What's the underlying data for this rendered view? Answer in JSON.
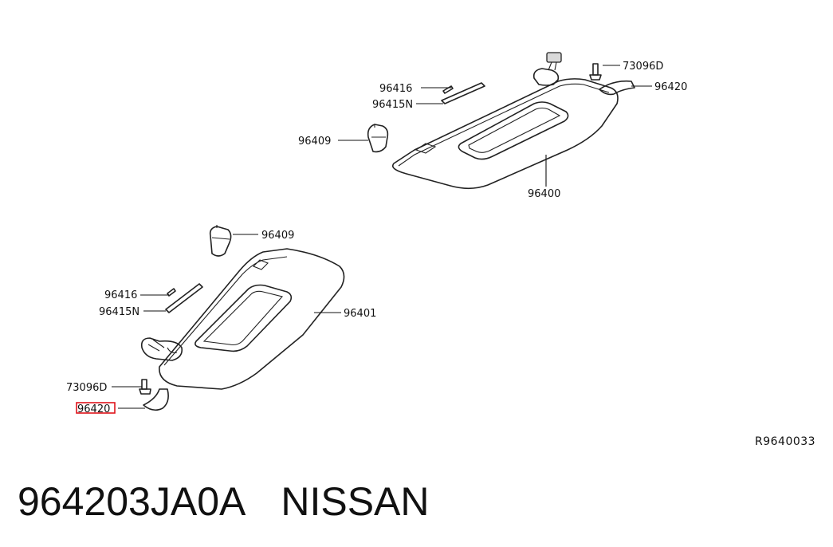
{
  "diagram": {
    "callouts": {
      "upper_96416": "96416",
      "upper_96415N": "96415N",
      "upper_96409": "96409",
      "upper_73096D": "73096D",
      "upper_96420": "96420",
      "upper_96400": "96400",
      "lower_96409": "96409",
      "lower_96416": "96416",
      "lower_96415N": "96415N",
      "lower_96401": "96401",
      "lower_73096D": "73096D",
      "lower_96420": "96420"
    },
    "reference_code": "R9640033",
    "highlight_color": "#e0141c"
  },
  "footer": {
    "part_number": "964203JA0A",
    "brand": "NISSAN"
  }
}
